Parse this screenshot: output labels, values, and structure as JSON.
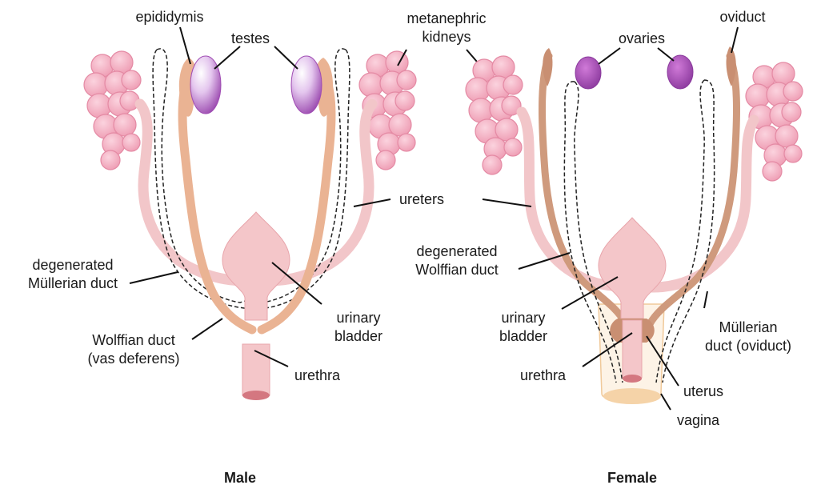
{
  "male": {
    "caption": "Male",
    "labels": {
      "epididymis": "epididymis",
      "testes": "testes",
      "metanephric_1": "metanephric",
      "metanephric_2": "kidneys",
      "degen_mullerian_1": "degenerated",
      "degen_mullerian_2": "Müllerian duct",
      "wolffian_1": "Wolffian duct",
      "wolffian_2": "(vas deferens)",
      "bladder_1": "urinary",
      "bladder_2": "bladder",
      "urethra": "urethra"
    }
  },
  "shared": {
    "ureters": "ureters"
  },
  "female": {
    "caption": "Female",
    "labels": {
      "ovaries": "ovaries",
      "oviduct": "oviduct",
      "degen_wolffian_1": "degenerated",
      "degen_wolffian_2": "Wolffian duct",
      "bladder_1": "urinary",
      "bladder_2": "bladder",
      "mullerian_1": "Müllerian",
      "mullerian_2": "duct (oviduct)",
      "urethra": "urethra",
      "uterus": "uterus",
      "vagina": "vagina"
    }
  },
  "colors": {
    "kidney": "#f2a9bd",
    "kidney_stroke": "#e58aa3",
    "duct": "#f3c7c9",
    "wolffian": "#e8b08d",
    "gonad": "#b25ec2",
    "female_duct": "#c98f72",
    "vagina": "#f5d3a8"
  }
}
